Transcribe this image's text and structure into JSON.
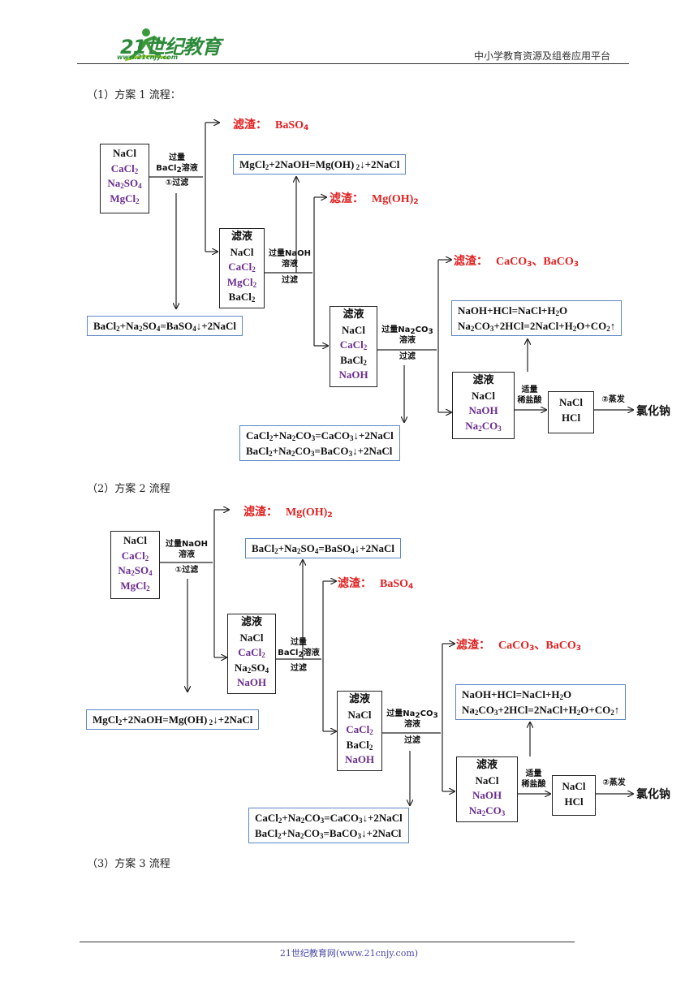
{
  "header": {
    "logo_text": "21世纪教育",
    "logo_url": "www.21cnjy.com",
    "platform": "中小学教育资源及组卷应用平台"
  },
  "footer": {
    "text": "21世纪教育网(www.21cnjy.com)"
  },
  "scheme1": {
    "title": "（1）方案 1 流程：",
    "start": {
      "nacl": "NaCl",
      "cacl2": "CaCl",
      "na2so4": "Na",
      "mgcl2": "MgCl"
    },
    "step1": {
      "l1": "过量",
      "l2": "BaCl",
      "l2b": "溶液",
      "l3": "①过滤"
    },
    "res1": {
      "label": "滤渣：",
      "formula": "BaSO"
    },
    "eq_bacl2": "BaCl",
    "eq_mgcl2": "MgCl",
    "filt1": {
      "head": "滤液",
      "a": "NaCl",
      "b": "CaCl",
      "c": "MgCl",
      "d": "BaCl"
    },
    "step2": {
      "l1": "过量NaOH",
      "l2": "溶液",
      "l3": "过滤"
    },
    "res2": {
      "label": "滤渣：",
      "formula": "Mg(OH)"
    },
    "filt2": {
      "head": "滤液",
      "a": "NaCl",
      "b": "CaCl",
      "c": "BaCl",
      "d": "NaOH"
    },
    "step3": {
      "l1": "过量Na",
      "l1b": "CO",
      "l2": "溶液",
      "l3": "过滤"
    },
    "res3": {
      "label": "滤渣：",
      "formula": "CaCO",
      "sep": "、",
      "formula2": "BaCO"
    },
    "filt3": {
      "head": "滤液",
      "a": "NaCl",
      "b": "NaOH",
      "c": "Na"
    },
    "step4": {
      "l1": "适量",
      "l2": "稀盐酸"
    },
    "hcl_box": {
      "a": "NaCl",
      "b": "HCl"
    },
    "step5": "②蒸发",
    "product": "氯化钠"
  },
  "scheme2": {
    "title": "（2）方案 2 流程",
    "step1": {
      "l1": "过量NaOH",
      "l2": "溶液",
      "l3": "①过滤"
    },
    "res1": {
      "label": "滤渣：",
      "formula": "Mg(OH)"
    },
    "filt1": {
      "head": "滤液",
      "a": "NaCl",
      "b": "CaCl",
      "c": "Na",
      "d": "NaOH"
    },
    "step2": {
      "l1": "过量",
      "l2": "BaCl",
      "l2b": "溶液",
      "l3": "过滤"
    },
    "res2": {
      "label": "滤渣：",
      "formula": "BaSO"
    },
    "filt2": {
      "head": "滤液",
      "a": "NaCl",
      "b": "CaCl",
      "c": "BaCl",
      "d": "NaOH"
    },
    "step3": {
      "l1": "过量Na",
      "l1b": "CO",
      "l2": "溶液",
      "l3": "过滤"
    },
    "res3": {
      "label": "滤渣：",
      "formula": "CaCO",
      "sep": "、",
      "formula2": "BaCO"
    },
    "filt3": {
      "head": "滤液",
      "a": "NaCl",
      "b": "NaOH",
      "c": "Na"
    },
    "step4": {
      "l1": "适量",
      "l2": "稀盐酸"
    },
    "hcl_box": {
      "a": "NaCl",
      "b": "HCl"
    },
    "step5": "②蒸发",
    "product": "氯化钠"
  },
  "scheme3": {
    "title": "（3）方案 3 流程"
  }
}
